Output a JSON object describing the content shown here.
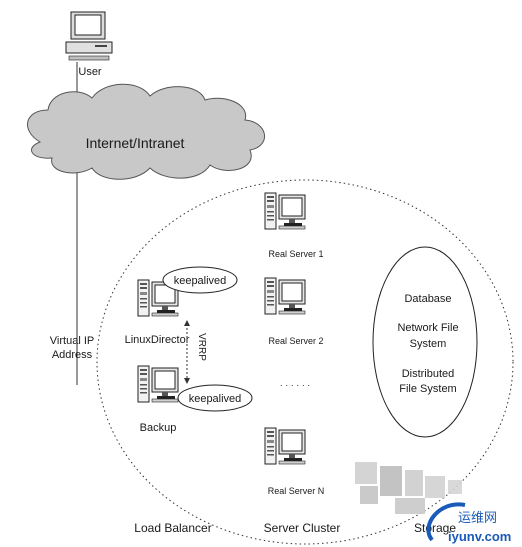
{
  "user_label": "User",
  "cloud_label": "Internet/Intranet",
  "virtual_ip": {
    "line1": "Virtual IP",
    "line2": "Address"
  },
  "linux_director": "LinuxDirector",
  "backup": "Backup",
  "keepalived": "keepalived",
  "vrrp": "VRRP",
  "real_servers": {
    "rs1": "Real Server 1",
    "rs2": "Real Server 2",
    "ellipsis": "· · · · · ·",
    "rsn": "Real Server N"
  },
  "storage": {
    "database": "Database",
    "nfs_line1": "Network File",
    "nfs_line2": "System",
    "dfs_line1": "Distributed",
    "dfs_line2": "File System"
  },
  "bottom_labels": {
    "load_balancer": "Load Balancer",
    "server_cluster": "Server Cluster",
    "storage": "Storage"
  },
  "watermark": {
    "cn": "运维网",
    "url": "iyunv.com"
  },
  "colors": {
    "cloud": "#c8c8c8",
    "lines": "#333333",
    "watermark_blue": "#1a5ab8"
  }
}
